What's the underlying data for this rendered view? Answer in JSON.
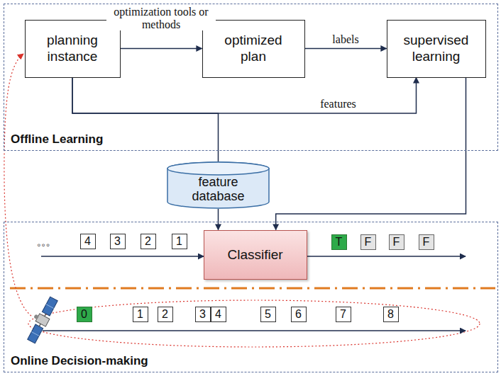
{
  "diagram": {
    "nodes": [
      {
        "text": [
          "Offline Learning"
        ]
      },
      {
        "text": [
          "planning instance"
        ],
        "in": 0
      },
      {
        "text": [
          "optimized plan"
        ],
        "in": 0
      },
      {
        "text": [
          "supervised learning"
        ],
        "in": 0
      },
      {
        "text": [
          "feature database"
        ]
      },
      {
        "text": [
          "Online Decision-making"
        ]
      },
      {
        "text": [
          "Classifier"
        ],
        "in": 5
      },
      {
        "text": [
          "4"
        ],
        "in": 5
      },
      {
        "text": [
          "3"
        ],
        "in": 5
      },
      {
        "text": [
          "2"
        ],
        "in": 5
      },
      {
        "text": [
          "1"
        ],
        "in": 5
      },
      {
        "text": [
          "T"
        ],
        "in": 5
      },
      {
        "text": [
          "F"
        ],
        "in": 5
      },
      {
        "text": [
          "F"
        ],
        "in": 5
      },
      {
        "text": [
          "F"
        ],
        "in": 5
      },
      {
        "text": [
          "0"
        ],
        "in": 5
      },
      {
        "text": [
          "1"
        ],
        "in": 5
      },
      {
        "text": [
          "2"
        ],
        "in": 5
      },
      {
        "text": [
          "3"
        ],
        "in": 5
      },
      {
        "text": [
          "4"
        ],
        "in": 5
      },
      {
        "text": [
          "5"
        ],
        "in": 5
      },
      {
        "text": [
          "6"
        ],
        "in": 5
      },
      {
        "text": [
          "7"
        ],
        "in": 5
      },
      {
        "text": [
          "8"
        ],
        "in": 5
      }
    ],
    "edges": [
      {
        "from": 1,
        "to": 2,
        "label": "optimization tools or methods",
        "arrow": "to"
      },
      {
        "from": 2,
        "to": 3,
        "label": "labels",
        "arrow": "to"
      },
      {
        "from": 1,
        "to": 3,
        "label": "features",
        "arrow": "to"
      },
      {
        "from": 1,
        "to": 4,
        "arrow": "none"
      },
      {
        "from": 4,
        "to": 6,
        "arrow": "to"
      },
      {
        "from": 3,
        "to": 6,
        "arrow": "to"
      }
    ],
    "labels": [
      "◦◦◦"
    ]
  }
}
